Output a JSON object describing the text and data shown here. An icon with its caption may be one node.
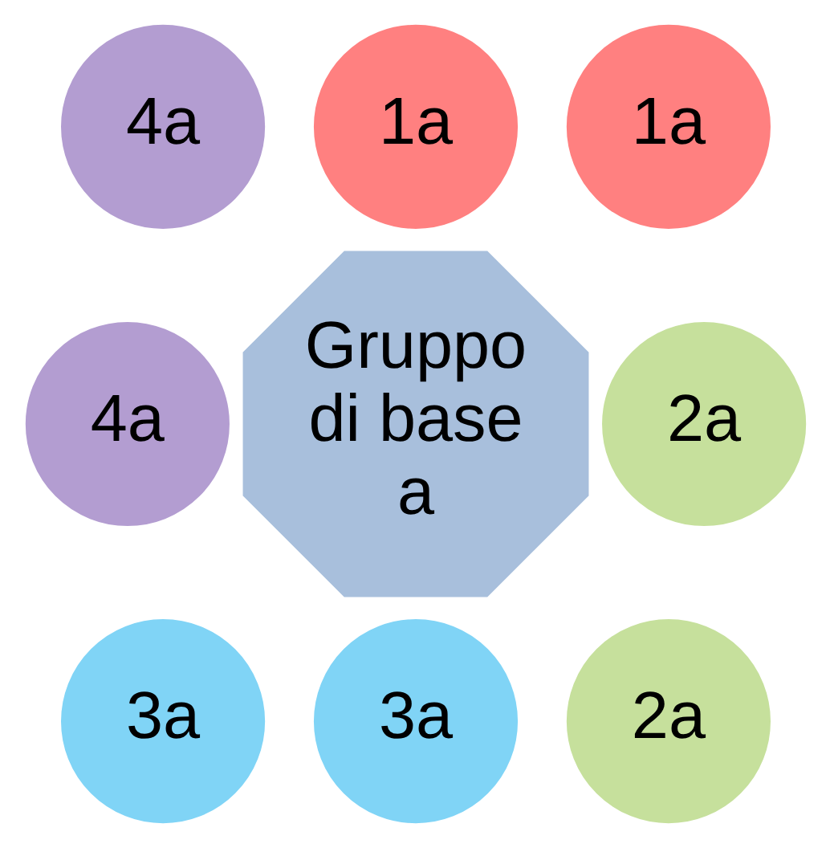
{
  "diagram": {
    "nodes": [
      {
        "text": [
          "Gruppo di base a"
        ]
      },
      {
        "text": [
          "1a"
        ]
      },
      {
        "text": [
          "1a"
        ]
      },
      {
        "text": [
          "2a"
        ]
      },
      {
        "text": [
          "2a"
        ]
      },
      {
        "text": [
          "3a"
        ]
      },
      {
        "text": [
          "3a"
        ]
      },
      {
        "text": [
          "4a"
        ]
      },
      {
        "text": [
          "4a"
        ]
      }
    ],
    "edges": []
  }
}
